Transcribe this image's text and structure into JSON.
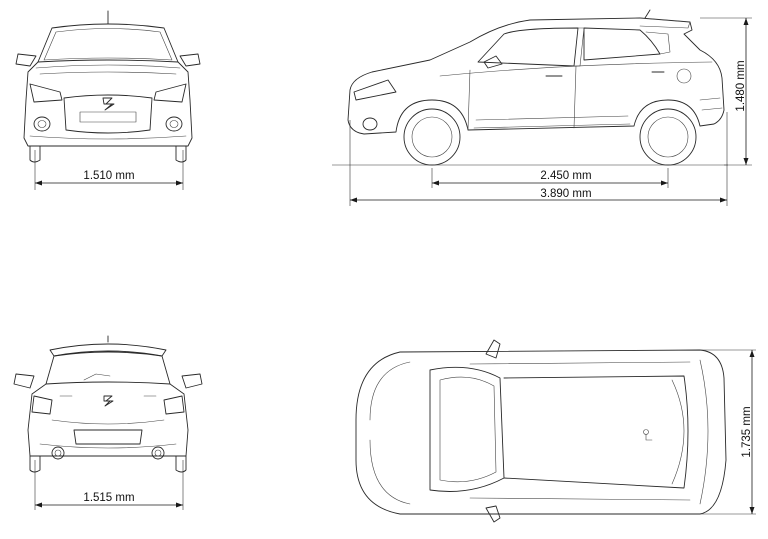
{
  "dimensions": {
    "front_track": "1.510 mm",
    "wheelbase": "2.450 mm",
    "overall_length": "3.890 mm",
    "overall_height": "1.480 mm",
    "rear_track": "1.515 mm",
    "overall_width": "1.735 mm"
  },
  "icons": {
    "brand_logo": "suzuki-logo-icon"
  }
}
